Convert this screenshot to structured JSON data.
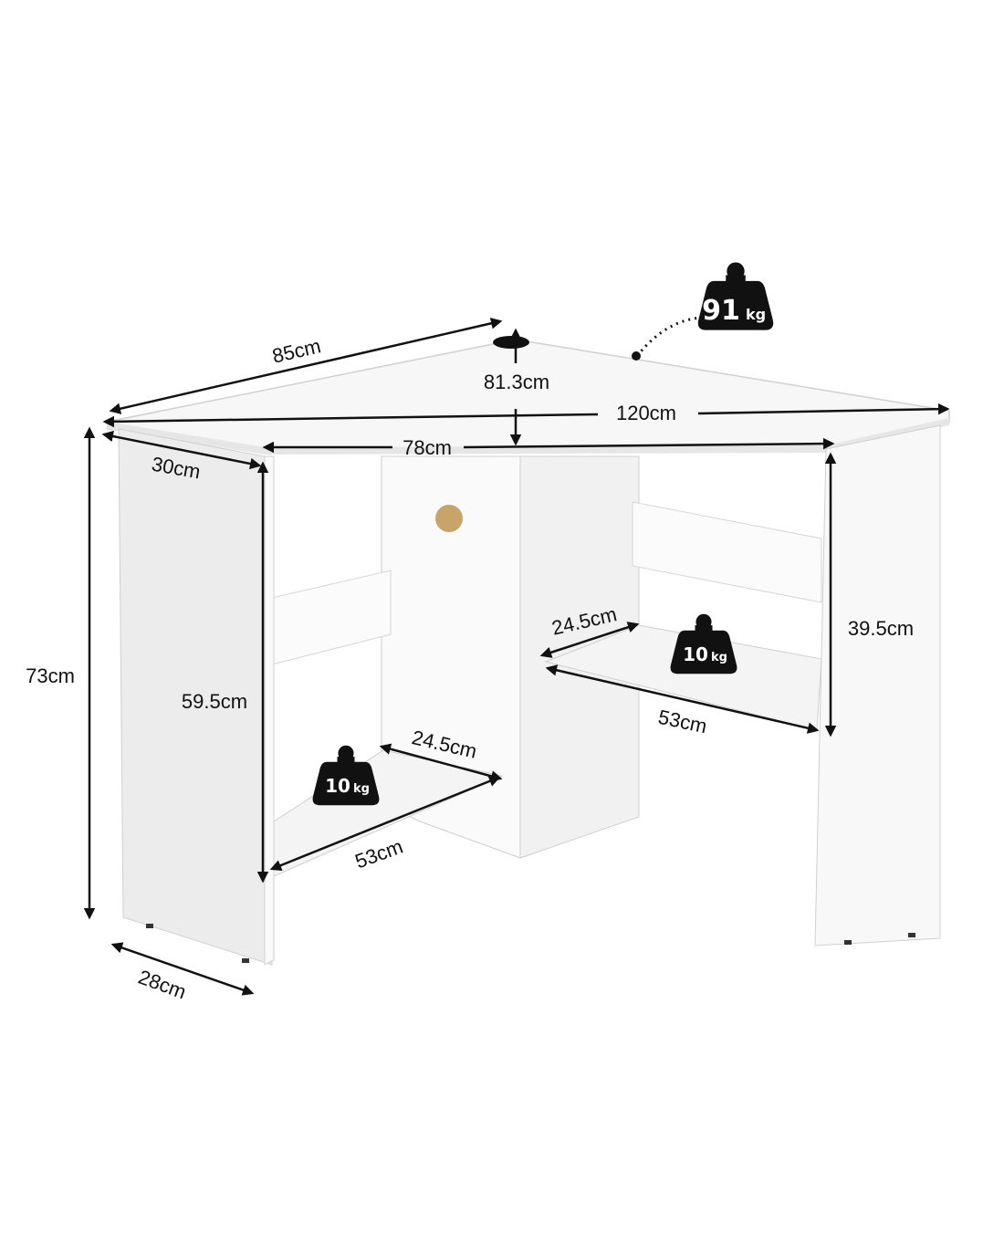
{
  "title": "Corner desk dimensions diagram",
  "colors": {
    "panel": "#ffffff",
    "shade": "#ececec",
    "outline": "#d0d0d0",
    "ink": "#111111",
    "cork": "#c9a46a"
  },
  "dimensions": {
    "top_left_edge": "85cm",
    "depth_to_corner": "81.3cm",
    "overall_width": "120cm",
    "inner_width": "78cm",
    "top_side_depth": "30cm",
    "height": "73cm",
    "left_opening_height": "59.5cm",
    "right_shelf_depth": "24.5cm",
    "right_opening_height": "39.5cm",
    "right_shelf_length": "53cm",
    "left_shelf_depth": "24.5cm",
    "left_shelf_length": "53cm",
    "side_panel_depth": "28cm"
  },
  "load_badges": {
    "top": {
      "value": "91",
      "unit": "kg"
    },
    "right_shelf": {
      "value": "10",
      "unit": "kg"
    },
    "left_shelf": {
      "value": "10",
      "unit": "kg"
    }
  }
}
